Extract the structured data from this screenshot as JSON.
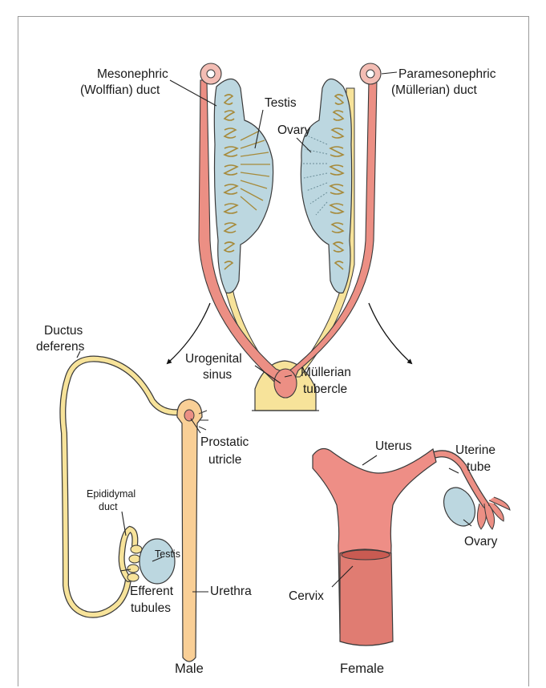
{
  "labels": {
    "mesonephric_1": "Mesonephric",
    "mesonephric_2": "(Wolffian) duct",
    "paramesonephric_1": "Paramesonephric",
    "paramesonephric_2": "(Müllerian) duct",
    "testis_top": "Testis",
    "ovary_top": "Ovary",
    "ductus_1": "Ductus",
    "ductus_2": "deferens",
    "urogenital_1": "Urogenital",
    "urogenital_2": "sinus",
    "mullerian_1": "Müllerian",
    "mullerian_2": "tubercle",
    "prostatic_1": "Prostatic",
    "prostatic_2": "utricle",
    "epididymal_1": "Epididymal",
    "epididymal_2": "duct",
    "testis_male": "Testis",
    "efferent_1": "Efferent",
    "efferent_2": "tubules",
    "urethra": "Urethra",
    "uterus": "Uterus",
    "uterine_1": "Uterine",
    "uterine_2": "tube",
    "cervix": "Cervix",
    "ovary_female": "Ovary",
    "male": "Male",
    "female": "Female"
  },
  "colors": {
    "gonad_blue": "#bcd7e0",
    "mullerian_pink": "#ec8f84",
    "wolffian_yellow": "#f7e39a",
    "urethra_peach": "#f9cf96",
    "uterus_pink": "#ee8e86",
    "outline": "#3a3a3a"
  }
}
